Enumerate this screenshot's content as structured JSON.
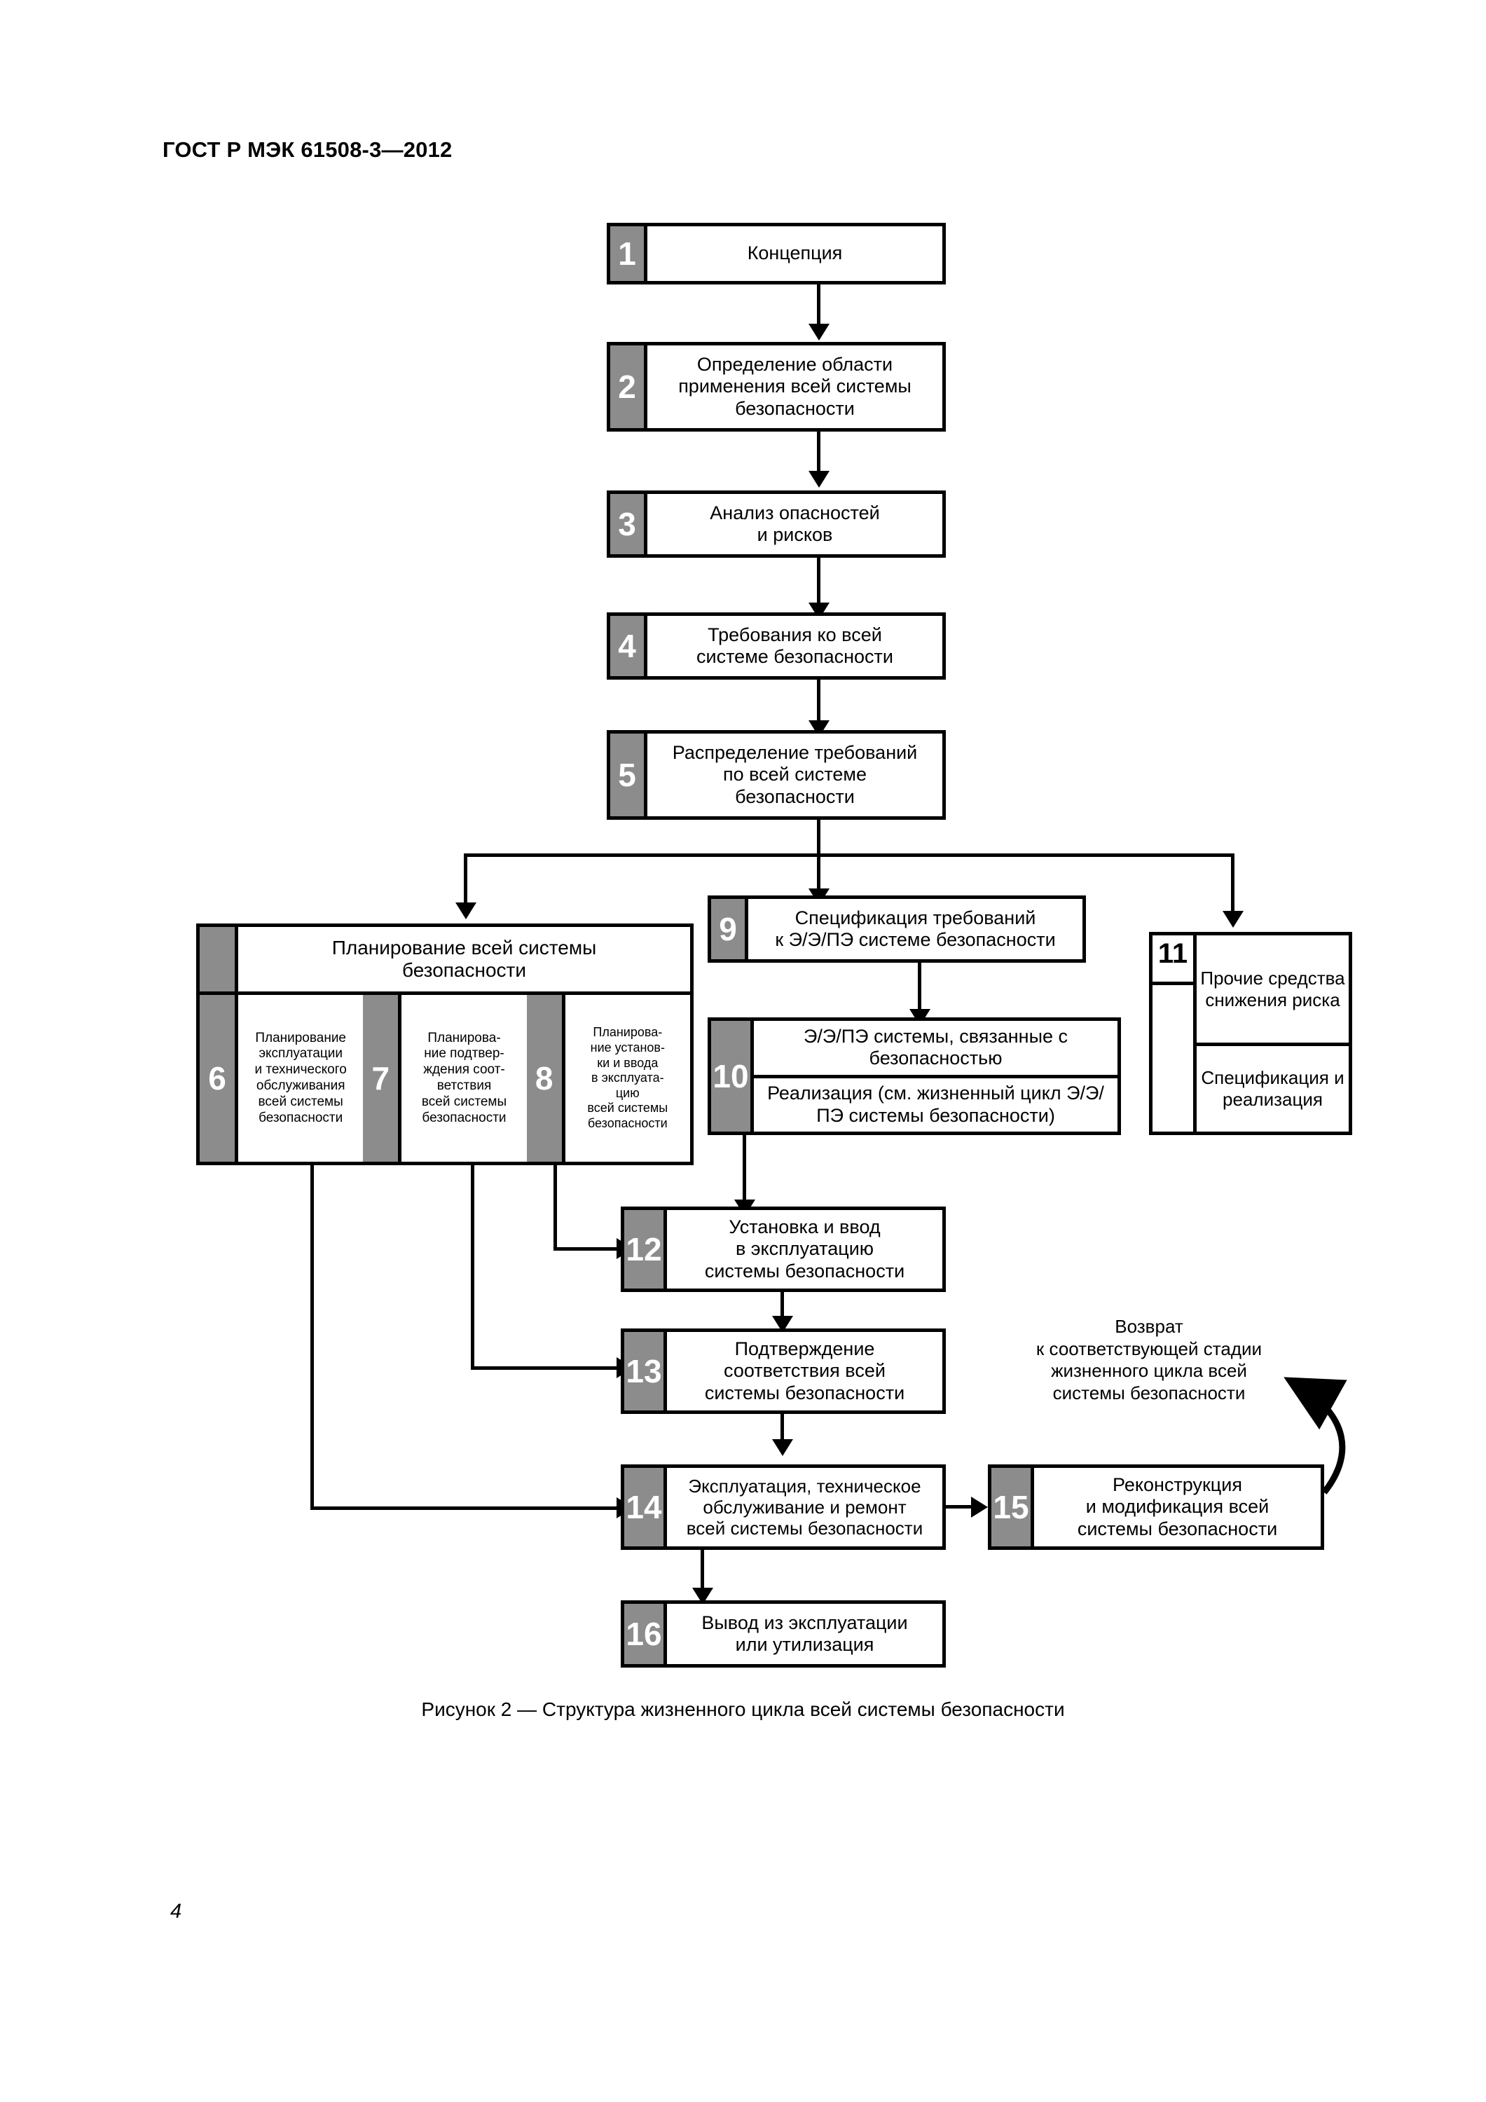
{
  "document": {
    "header": "ГОСТ Р МЭК 61508-3—2012",
    "page_number": "4",
    "figure_caption": "Рисунок 2 — Структура жизненного цикла всей системы безопасности"
  },
  "colors": {
    "number_cell": "#8c8c8c",
    "line": "#000000",
    "background": "#ffffff"
  },
  "diagram": {
    "type": "flowchart",
    "title": "Структура жизненного цикла всей системы безопасности",
    "nodes": [
      {
        "id": "1",
        "number": "1",
        "lines": [
          "Концепция"
        ]
      },
      {
        "id": "2",
        "number": "2",
        "lines": [
          "Определение области",
          "применения всей системы",
          "безопасности"
        ]
      },
      {
        "id": "3",
        "number": "3",
        "lines": [
          "Анализ опасностей",
          "и рисков"
        ]
      },
      {
        "id": "4",
        "number": "4",
        "lines": [
          "Требования ко всей",
          "системе безопасности"
        ]
      },
      {
        "id": "5",
        "number": "5",
        "lines": [
          "Распределение требований",
          "по всей системе",
          "безопасности"
        ]
      },
      {
        "id": "6",
        "number": "6",
        "lines": [
          "Планирование",
          "эксплуатации",
          "и технического",
          "обслуживания",
          "всей системы",
          "безопасности"
        ]
      },
      {
        "id": "7",
        "number": "7",
        "lines": [
          "Планирова-",
          "ние подтвер-",
          "ждения соот-",
          "ветствия",
          "всей системы",
          "безопасности"
        ]
      },
      {
        "id": "8",
        "number": "8",
        "lines": [
          "Планирова-",
          "ние установ-",
          "ки и ввода",
          "в эксплуата-",
          "цию",
          "всей системы",
          "безопасности"
        ]
      },
      {
        "id": "9",
        "number": "9",
        "lines": [
          "Спецификация требований",
          "к Э/Э/ПЭ системе безопасности"
        ]
      },
      {
        "id": "10",
        "number": "10",
        "segments": [
          [
            "Э/Э/ПЭ системы, связанные",
            "с безопасностью"
          ],
          [
            "Реализация (см. жизненный цикл",
            "Э/Э/ПЭ системы безопасности)"
          ]
        ]
      },
      {
        "id": "11",
        "number": "11",
        "segments": [
          [
            "Прочие",
            "средства",
            "снижения",
            "риска"
          ],
          [
            "Спецификация",
            "и реализация"
          ]
        ]
      },
      {
        "id": "12",
        "number": "12",
        "lines": [
          "Установка и ввод",
          "в эксплуатацию",
          "системы безопасности"
        ]
      },
      {
        "id": "13",
        "number": "13",
        "lines": [
          "Подтверждение",
          "соответствия всей",
          "системы безопасности"
        ]
      },
      {
        "id": "14",
        "number": "14",
        "lines": [
          "Эксплуатация, техническое",
          "обслуживание и ремонт",
          "всей системы безопасности"
        ]
      },
      {
        "id": "15",
        "number": "15",
        "lines": [
          "Реконструкция",
          "и модификация всей",
          "системы безопасности"
        ]
      },
      {
        "id": "16",
        "number": "16",
        "lines": [
          "Вывод из эксплуатации",
          "или утилизация"
        ]
      }
    ],
    "group": {
      "id": "plan-group",
      "header_lines": [
        "Планирование всей системы",
        "безопасности"
      ],
      "members": [
        "6",
        "7",
        "8"
      ]
    },
    "annotation": {
      "id": "return-note",
      "lines": [
        "Возврат",
        "к соответствующей стадии",
        "жизненного цикла всей",
        "системы безопасности"
      ]
    },
    "edges": [
      {
        "from": "1",
        "to": "2"
      },
      {
        "from": "2",
        "to": "3"
      },
      {
        "from": "3",
        "to": "4"
      },
      {
        "from": "4",
        "to": "5"
      },
      {
        "from": "5",
        "to": "plan-group"
      },
      {
        "from": "5",
        "to": "9"
      },
      {
        "from": "5",
        "to": "11"
      },
      {
        "from": "9",
        "to": "10"
      },
      {
        "from": "10",
        "to": "12"
      },
      {
        "from": "8",
        "to": "12"
      },
      {
        "from": "7",
        "to": "13"
      },
      {
        "from": "12",
        "to": "13"
      },
      {
        "from": "6",
        "to": "14"
      },
      {
        "from": "13",
        "to": "14"
      },
      {
        "from": "14",
        "to": "15"
      },
      {
        "from": "14",
        "to": "16"
      },
      {
        "from": "15",
        "to": "return-note",
        "style": "curved"
      }
    ]
  }
}
